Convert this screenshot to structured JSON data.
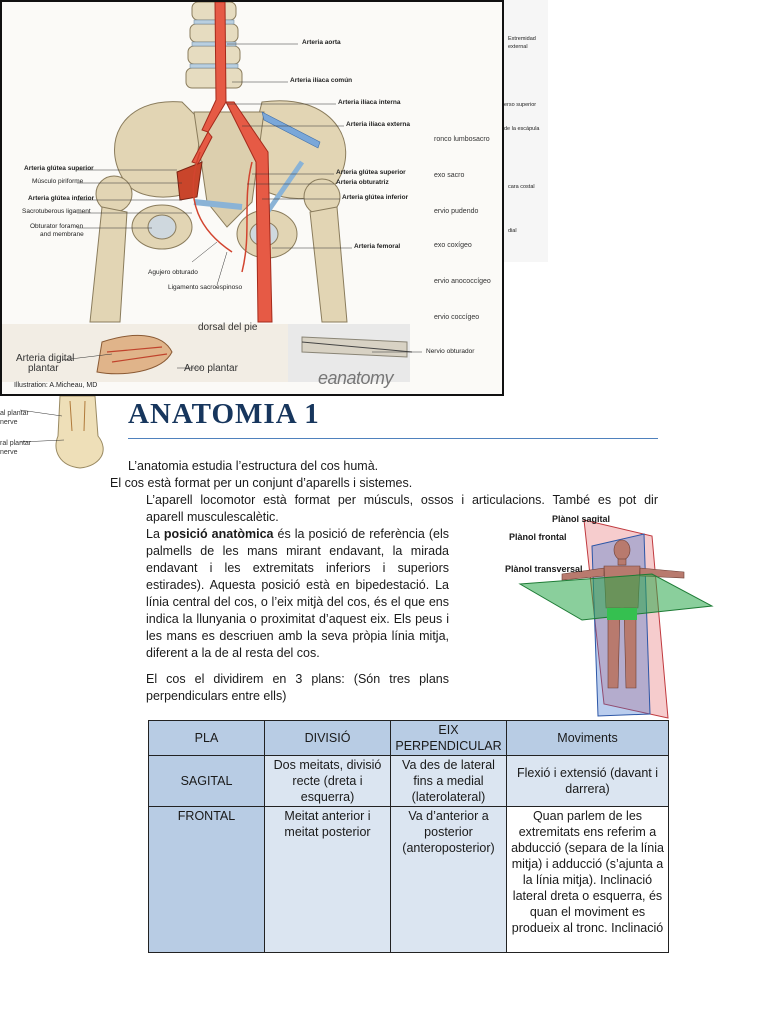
{
  "top_figure": {
    "labels_left": [
      "Arteria glútea superior",
      "Músculo piriforme",
      "Arteria glútea inferior",
      "Sacrotuberous ligament",
      "Obturator foramen",
      "and membrane"
    ],
    "labels_right": [
      "Arteria aorta",
      "Arteria ilíaca común",
      "Arteria ilíaca interna",
      "Arteria ilíaca externa",
      "Arteria glútea superior",
      "Arteria obturatriz",
      "Arteria glútea inferior",
      "Arteria femoral"
    ],
    "labels_bottom": [
      "Agujero obturado",
      "Ligamento sacroespinoso"
    ],
    "lower_labels": [
      "dorsal del pie",
      "Arteria digital",
      "plantar",
      "Arco plantar",
      "Nervio obturador"
    ],
    "credit": "Illustration: A.Micheau, MD",
    "logo_text": "anatomy",
    "nerve_labels": [
      "ronco lumbosacro",
      "exo sacro",
      "ervio pudendo",
      "exo coxígeo",
      "ervio anococcígeo",
      "ervio coccígeo"
    ],
    "strip_labels": [
      "Extremidad",
      "external",
      "erso superior",
      "de la escápula",
      "cara costal",
      "dial"
    ]
  },
  "ankle_thumb": {
    "labels": [
      "al plantar",
      "nerve",
      "ral plantar",
      "nerve"
    ]
  },
  "document": {
    "title": "ANATOMIA 1",
    "para1": "L’anatomia estudia l’estructura del cos humà.",
    "para2": "El cos està format per un conjunt d’aparells i sistemes.",
    "para3_line1": "L’aparell locomotor està format per músculs, ossos i articulacions. També es pot dir",
    "para3_line2": "aparell musculescalètic.",
    "para4_prefix": "La ",
    "para4_bold": "posició anatòmica",
    "para4_rest": " és la posició de referència (els palmells de les mans mirant endavant, la mirada endavant i les extremitats inferiors i superiors estirades). Aquesta posició està en bipedestació. La línia central del cos, o l’eix mitjà del cos, és el que ens indica la llunyania o proximitat d’aquest eix. Els peus i les mans es descriuen amb la seva pròpia línia mitja, diferent a la de al resta del cos.",
    "para5": "El cos el dividirem en 3 plans: (Són tres plans perpendiculars entre ells)"
  },
  "planes_figure": {
    "label_sagital": "Plànol sagital",
    "label_frontal": "Plànol frontal",
    "label_transversal": "Plànol transversal",
    "colors": {
      "sagital": "#e0474c",
      "frontal": "#3a6fcf",
      "transversal": "#2aa84a"
    }
  },
  "table": {
    "headers": [
      "PLA",
      "DIVISIÓ",
      "EIX PERPENDICULAR",
      "Moviments"
    ],
    "rows": [
      [
        "SAGITAL",
        "Dos meitats, divisió recte (dreta i esquerra)",
        "Va des de lateral fins a medial (laterolateral)",
        "Flexió i extensió (davant i darrera)"
      ],
      [
        "FRONTAL",
        "Meitat anterior i meitat posterior",
        "Va d’anterior a posterior (anteroposterior)",
        "Quan parlem de les extremitats ens referim a abducció (separa de la línia mitja) i adducció (s’ajunta a la línia mitja). Inclinació lateral dreta o esquerra, és quan el moviment es produeix al tronc. Inclinació"
      ]
    ]
  }
}
